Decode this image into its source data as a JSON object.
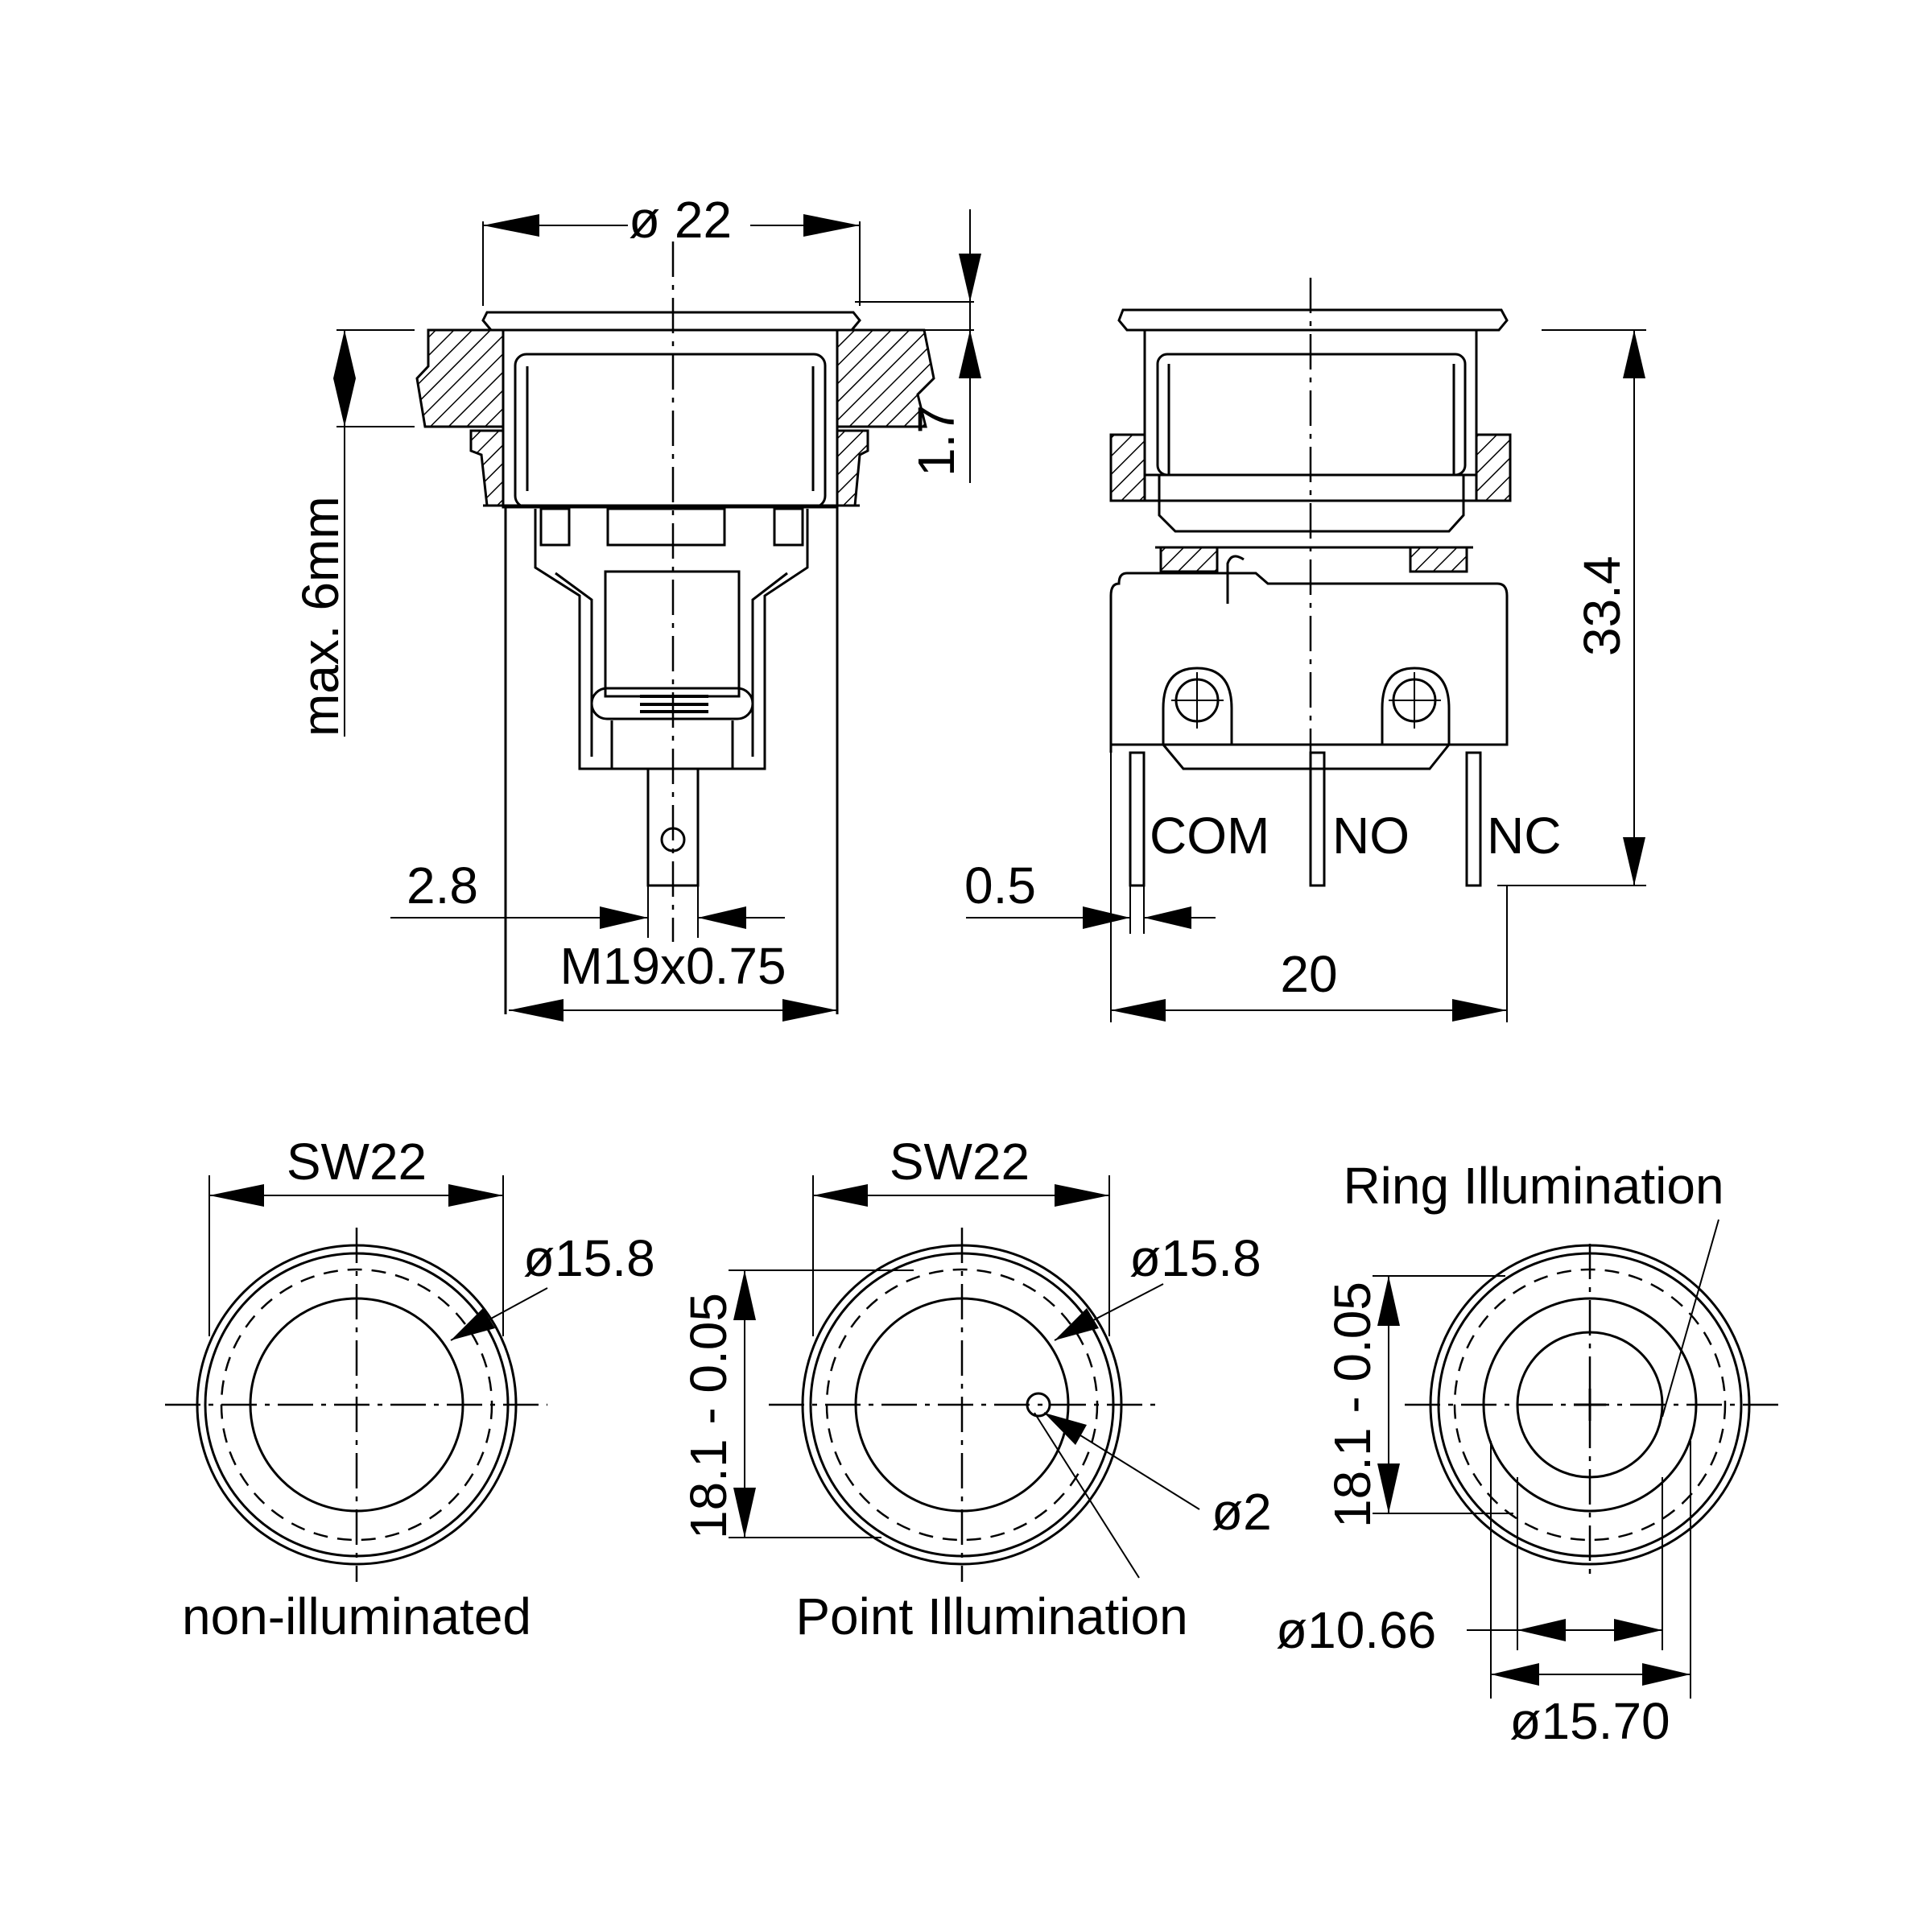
{
  "title": "",
  "side_view_left": {
    "dia_label": "ø 22",
    "panel_label": "max. 6mm",
    "rim_label": "1.7",
    "pin_label": "2.8",
    "thread_label": "M19x0.75"
  },
  "side_view_right": {
    "height_label": "33.4",
    "thickness_label": "0.5",
    "width_label": "20",
    "terminals": [
      "COM",
      "NO",
      "NC"
    ]
  },
  "front_non_illuminated": {
    "sw_label": "SW22",
    "dia_label": "ø15.8",
    "caption": "non-illuminated"
  },
  "front_point": {
    "sw_label": "SW22",
    "dia_label": "ø15.8",
    "height_label": "18.1 - 0.05",
    "point_label": "ø2",
    "caption": "Point Illumination"
  },
  "front_ring": {
    "caption": "Ring Illumination",
    "height_label": "18.1 - 0.05",
    "inner_label": "ø10.66",
    "outer_label": "ø15.70"
  }
}
